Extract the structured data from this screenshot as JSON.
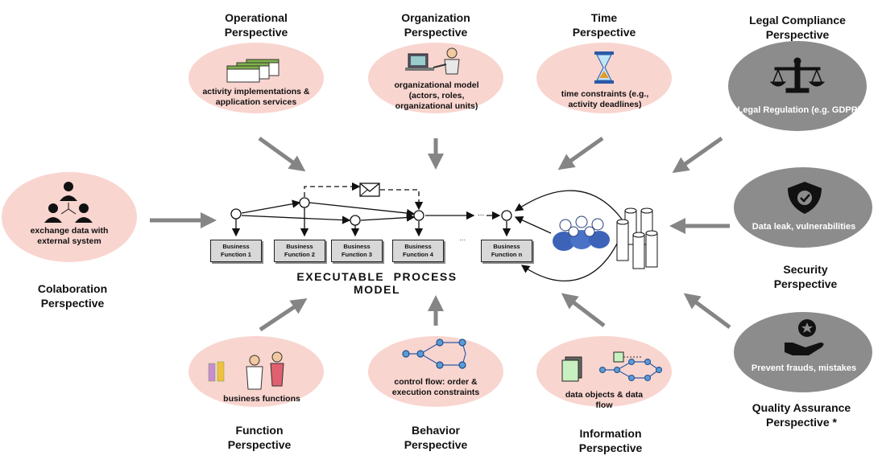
{
  "perspectives": {
    "operational": {
      "title": "Operational Perspective",
      "label": "activity implementations & application services"
    },
    "organization": {
      "title": "Organization Perspective",
      "label": "organizational model (actors, roles, organizational units)"
    },
    "time": {
      "title": "Time Perspective",
      "label": "time constraints (e.g., activity deadlines)"
    },
    "legal": {
      "title": "Legal Compliance Perspective",
      "label": "Legal Regulation (e.g. GDPR)"
    },
    "collaboration": {
      "title": "Colaboration Perspective",
      "label": "exchange data with external system"
    },
    "security": {
      "title": "Security Perspective",
      "label": "Data leak, vulnerabilities"
    },
    "quality": {
      "title": "Quality Assurance Perspective *",
      "label": "Prevent frauds, mistakes"
    },
    "function": {
      "title": "Function Perspective",
      "label": "business functions"
    },
    "behavior": {
      "title": "Behavior Perspective",
      "label": "control flow: order & execution constraints"
    },
    "information": {
      "title": "Information Perspective",
      "label": "data objects & data flow"
    }
  },
  "model": {
    "title": "EXECUTABLE PROCESS MODEL",
    "functions": [
      "Business Function 1",
      "Business Function 2",
      "Business Function 3",
      "Business Function 4",
      "Business Function n"
    ],
    "ellipsis_flow": "...",
    "ellipsis_functions": "..."
  },
  "colors": {
    "pink": "#f9d5cf",
    "gray": "#8c8c8c",
    "arrow": "#858585",
    "node_blue": "#9ec3e6"
  }
}
